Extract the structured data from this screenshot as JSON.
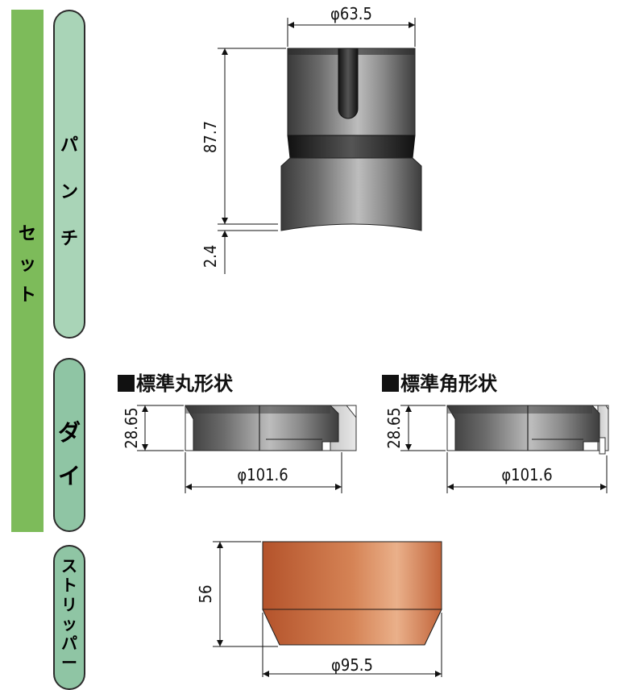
{
  "side_labels": {
    "set": [
      "セ",
      "ッ",
      "ト"
    ],
    "punch": [
      "パ",
      "ン",
      "チ"
    ],
    "die": [
      "ダ",
      "イ"
    ],
    "stripper": [
      "ス",
      "ト",
      "リ",
      "ッ",
      "パ",
      "ー"
    ]
  },
  "headings": {
    "round": "標準丸形状",
    "square": "標準角形状"
  },
  "dimensions": {
    "punch_diameter": "φ63.5",
    "punch_height": "87.7",
    "punch_gap": "2.4",
    "die_round_height": "28.65",
    "die_round_diameter": "φ101.6",
    "die_square_height": "28.65",
    "die_square_diameter": "φ101.6",
    "stripper_height": "56",
    "stripper_diameter": "φ95.5"
  },
  "colors": {
    "set_bar": "#7dbb5a",
    "punch_label_bg": "#a9d4b7",
    "die_label_bg": "#8fc5a4",
    "stripper_body": "#c8663a"
  }
}
